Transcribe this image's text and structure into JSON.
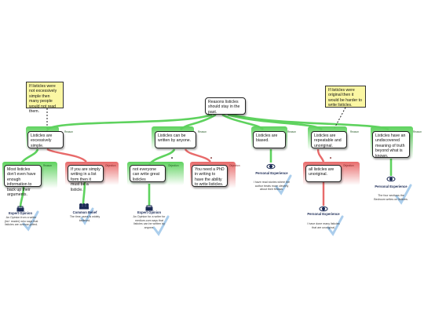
{
  "root": {
    "text": "Reasons listicles should stay in the past."
  },
  "notes": [
    {
      "id": "note-left",
      "text": "If listicles were not excessively simple then many people would not read them."
    },
    {
      "id": "note-right",
      "text": "If listicles were original then it would be harder to write listicles."
    }
  ],
  "reasons": [
    {
      "id": "reason-1",
      "text": "Listicles are excessively simple.",
      "tab": "Reason"
    },
    {
      "id": "reason-2",
      "text": "Listicles can be written by anyone.",
      "tab": "Reason"
    },
    {
      "id": "reason-3",
      "text": "Listicles are biased.",
      "tab": "Reason"
    },
    {
      "id": "reason-4",
      "text": "Listicles are repeatable and unoriginal.",
      "tab": "Reason"
    },
    {
      "id": "reason-5",
      "text": "Listicles have an undiscovered meaning of truth beyond what is known.",
      "tab": "Reason"
    }
  ],
  "sub_claims": [
    {
      "id": "sub-1",
      "text": "Most listicles don't even have enough information to back up their arguments.",
      "tab": "Reason",
      "kind": "support"
    },
    {
      "id": "sub-2",
      "text": "If you are simply writing in a list form then it must be a listicle.",
      "tab": "Objection",
      "kind": "objection"
    },
    {
      "id": "sub-3",
      "text": "not everyone can write great listicles",
      "tab": "Objection",
      "kind": "support"
    },
    {
      "id": "sub-4",
      "text": "You need a PhD in writing to have the ability to write listicles.",
      "tab": "Objection",
      "kind": "objection"
    },
    {
      "id": "sub-5",
      "text": "all listicles are unoriginal.",
      "tab": "Objection",
      "kind": "objection"
    }
  ],
  "evidence": [
    {
      "id": "ev-1",
      "icon": "expert-opinion-icon",
      "title": "Expert Opinion",
      "text": "An Opinion from a writer (bs+ reader) who says that listicles are overvar-pitted."
    },
    {
      "id": "ev-2",
      "icon": "common-belief-icon",
      "title": "Common Belief",
      "text": "The time users is widely believed."
    },
    {
      "id": "ev-3",
      "icon": "expert-opinion-icon",
      "title": "Expert Opinion",
      "text": "An Opinion for a writer for medium.com says that listicles can be written by anyone."
    },
    {
      "id": "ev-4",
      "icon": "eye-icon",
      "title": "Personal Experience",
      "text": "I have read stories where the author treats more cleverly about their fellows."
    },
    {
      "id": "ev-5",
      "icon": "eye-icon",
      "title": "Personal Experience",
      "text": "I have done many listicles that are unoriginal."
    },
    {
      "id": "ev-6",
      "icon": "eye-icon",
      "title": "Personal Experience",
      "text": "The four sections the Bedroom writes on listicles."
    }
  ],
  "colors": {
    "support": "#5ed25e",
    "objection": "#e86a6a",
    "note": "#fbf7a3",
    "evidence": "#1b2a55",
    "check": "#8fbde6"
  }
}
